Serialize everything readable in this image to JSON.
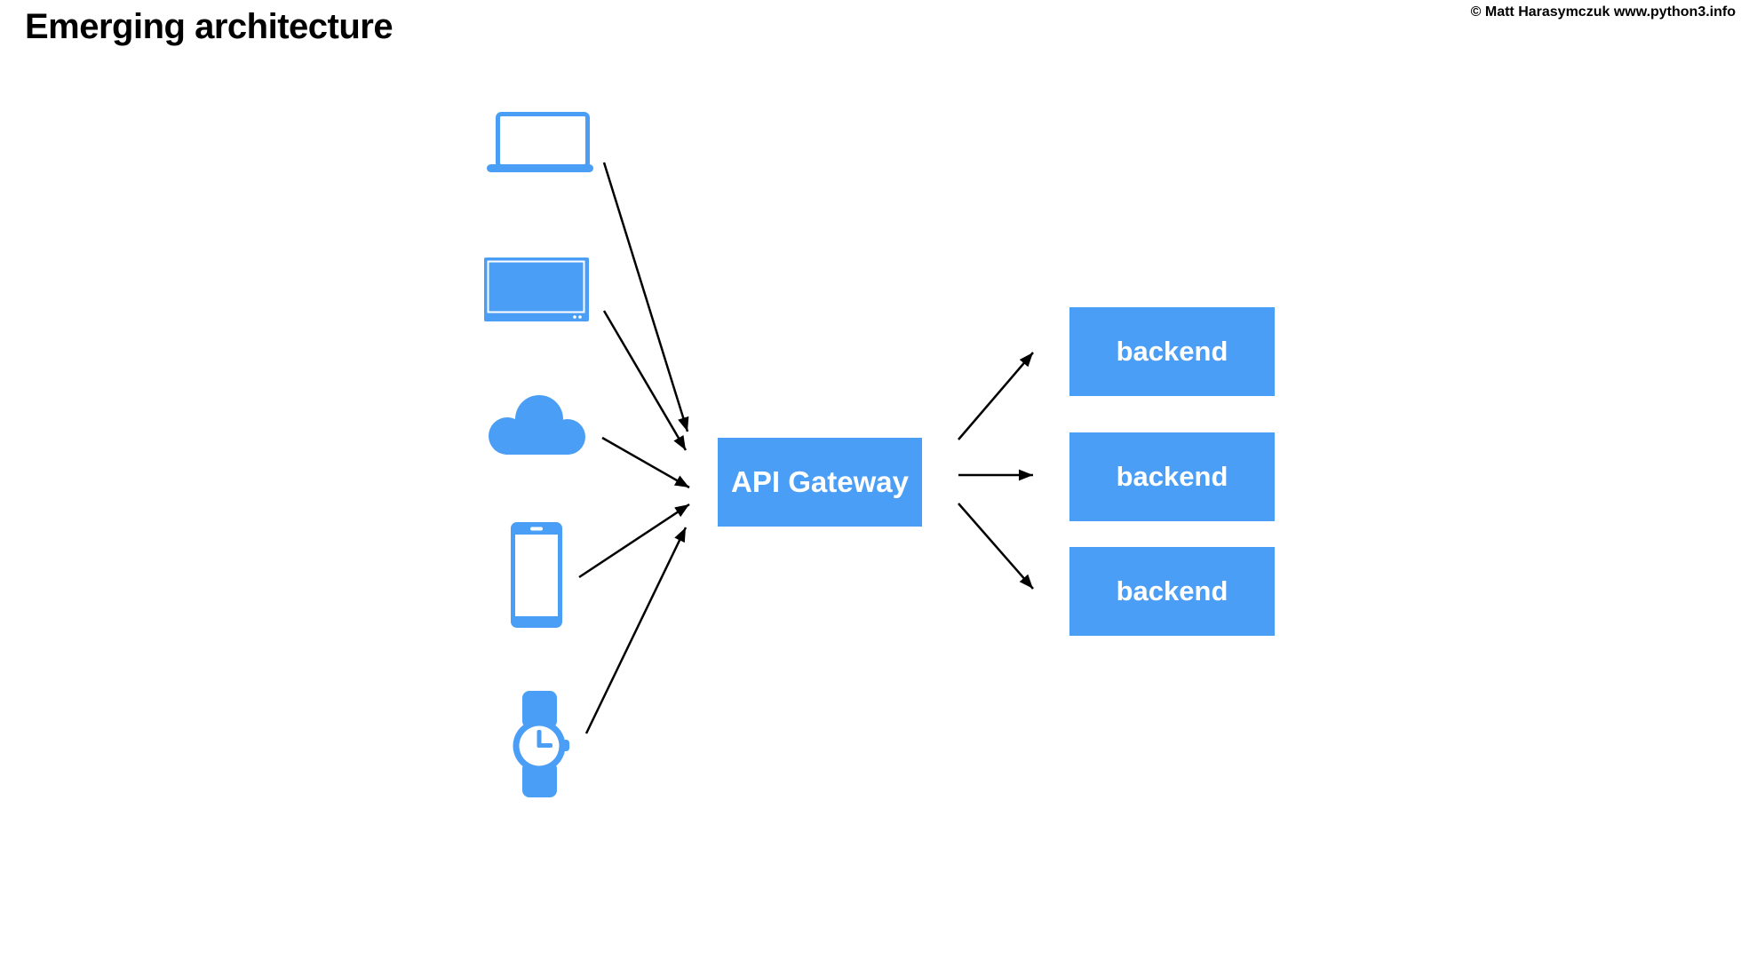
{
  "slide": {
    "title": "Emerging architecture",
    "copyright": "© Matt Harasymczuk www.python3.info"
  },
  "colors": {
    "accent": "#4B9EF5",
    "arrow": "#000000",
    "box_text": "#FFFFFF",
    "title_text": "#000000"
  },
  "diagram": {
    "clients": [
      {
        "id": "laptop",
        "icon": "laptop-icon"
      },
      {
        "id": "tv",
        "icon": "tv-icon"
      },
      {
        "id": "cloud",
        "icon": "cloud-icon"
      },
      {
        "id": "smartphone",
        "icon": "smartphone-icon"
      },
      {
        "id": "smartwatch",
        "icon": "smartwatch-icon"
      }
    ],
    "gateway": {
      "label": "API Gateway"
    },
    "backends": [
      {
        "label": "backend"
      },
      {
        "label": "backend"
      },
      {
        "label": "backend"
      }
    ]
  }
}
